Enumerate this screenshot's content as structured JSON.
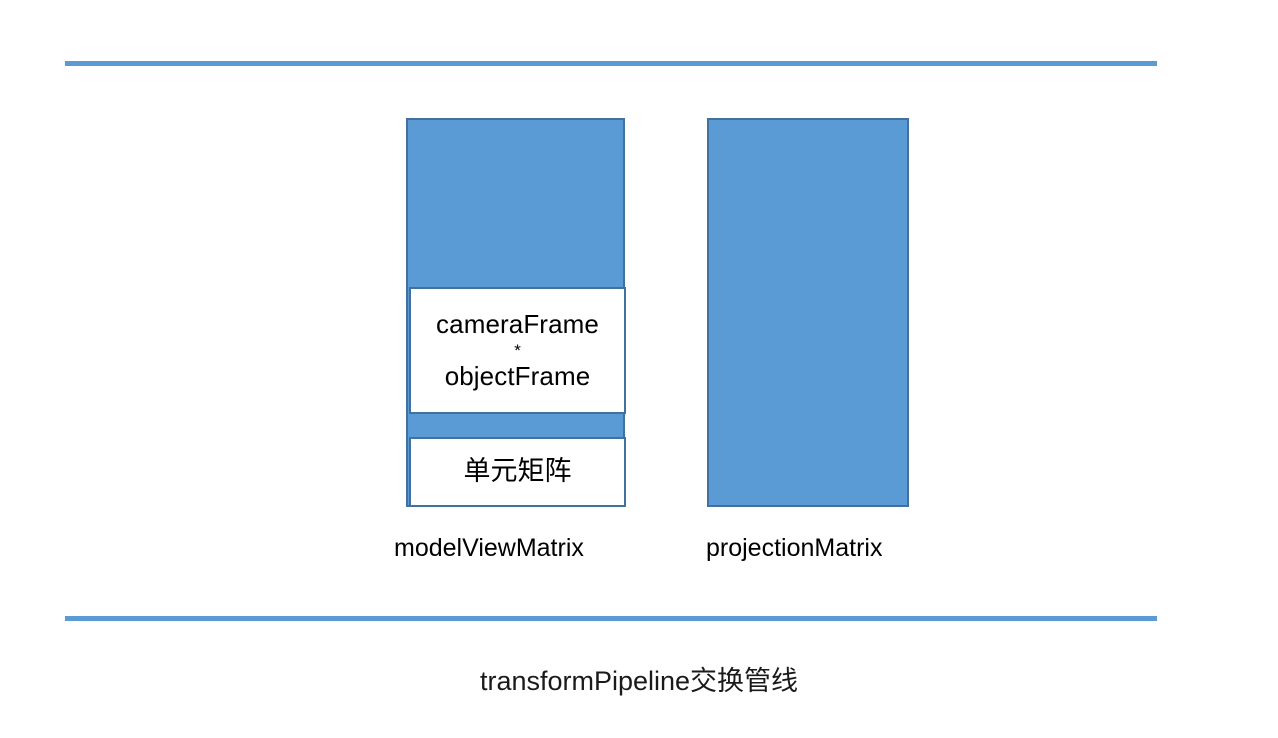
{
  "figure": {
    "caption_latin": "transformPipeline",
    "caption_cjk": "交换管线",
    "accent_color": "#5B9BD5",
    "border_color": "#41719C",
    "background_color": "#FFFFFF"
  },
  "rules": {
    "top_label": "top-divider-rule",
    "bottom_label": "bottom-divider-rule"
  },
  "columns": [
    {
      "id": "model-view-matrix",
      "label": "modelViewMatrix",
      "inner_boxes": [
        {
          "id": "frame-product",
          "lines": [
            "cameraFrame",
            "*",
            "objectFrame"
          ]
        },
        {
          "id": "identity-matrix",
          "lines": [
            "单元矩阵"
          ]
        }
      ]
    },
    {
      "id": "projection-matrix",
      "label": "projectionMatrix",
      "inner_boxes": []
    }
  ],
  "boxes": {
    "camera_frame": "cameraFrame",
    "multiply_operator": "*",
    "object_frame": "objectFrame",
    "identity_matrix": "单元矩阵"
  }
}
